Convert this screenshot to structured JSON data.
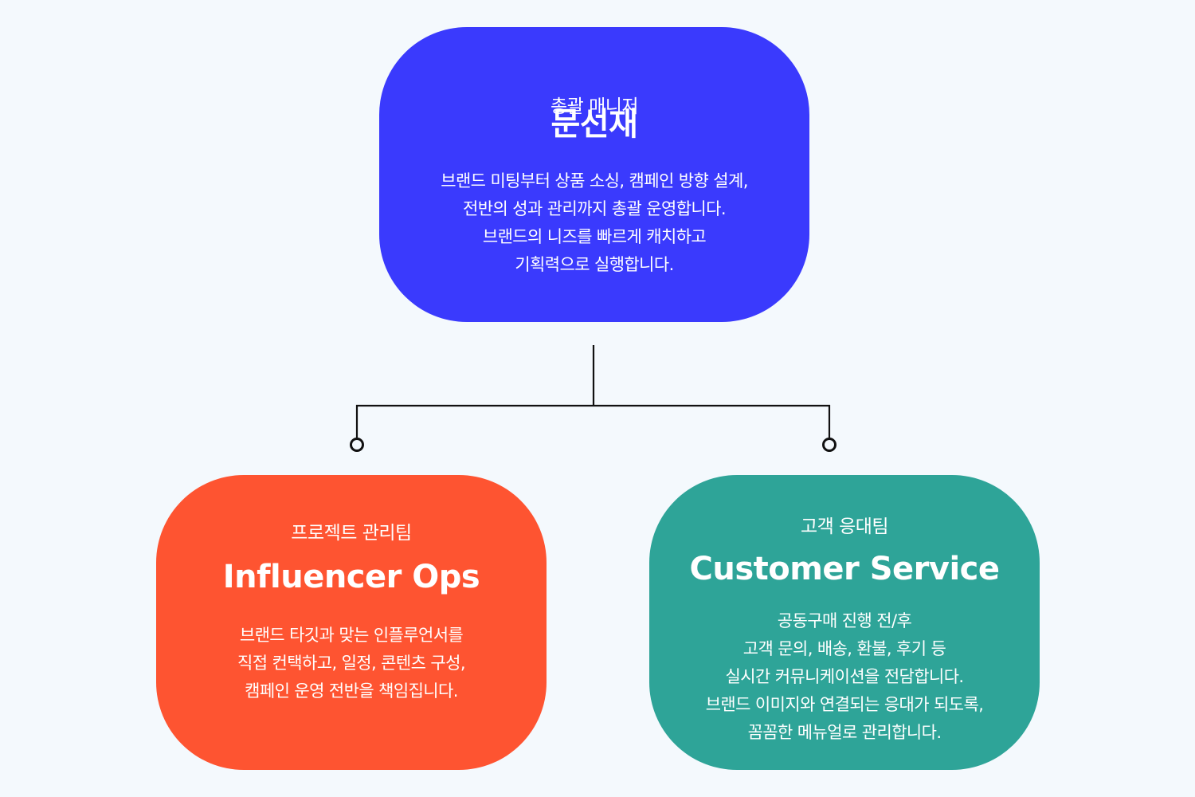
{
  "diagram": {
    "type": "org-chart",
    "colors": {
      "background": "#f4f9fd",
      "top_node": "#3a3afd",
      "left_node": "#fe5431",
      "right_node": "#2ea498",
      "connector": "#111111",
      "text": "#ffffff"
    },
    "top": {
      "role": "총괄 매니저",
      "name": "문선재",
      "description": [
        "브랜드 미팅부터 상품 소싱, 캠페인 방향 설계,",
        "전반의 성과 관리까지 총괄 운영합니다.",
        "브랜드의 니즈를 빠르게 캐치하고",
        "기획력으로 실행합니다."
      ]
    },
    "left": {
      "role": "프로젝트 관리팀",
      "name": "Influencer Ops",
      "description": [
        "브랜드 타깃과 맞는 인플루언서를",
        "직접 컨택하고, 일정, 콘텐츠 구성,",
        "캠페인 운영 전반을 책임집니다."
      ]
    },
    "right": {
      "role": "고객 응대팀",
      "name": "Customer Service",
      "description": [
        "공동구매 진행 전/후",
        "고객 문의, 배송, 환불, 후기 등",
        "실시간 커뮤니케이션을 전담합니다.",
        "브랜드 이미지와 연결되는 응대가 되도록,",
        "꼼꼼한 메뉴얼로 관리합니다."
      ]
    },
    "edges": [
      {
        "from": "top",
        "to": "left"
      },
      {
        "from": "top",
        "to": "right"
      }
    ]
  }
}
